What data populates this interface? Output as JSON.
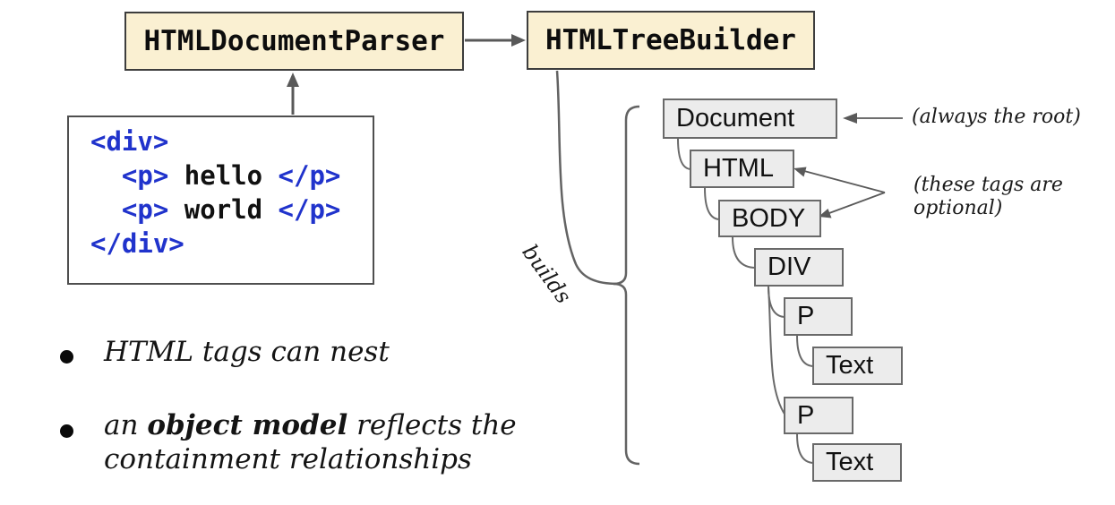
{
  "colors": {
    "box_fill_yellow": "#FAF0D2",
    "node_fill_gray": "#ECECEC",
    "line_gray": "#636363",
    "code_tag_blue": "#2033CC"
  },
  "pipeline": {
    "parser_label": "HTMLDocumentParser",
    "builder_label": "HTMLTreeBuilder",
    "builds_label": "builds"
  },
  "code": {
    "l1": "<div>",
    "l2a": "  <p>",
    "l2b": " hello ",
    "l2c": "</p>",
    "l3a": "  <p>",
    "l3b": " world ",
    "l3c": "</p>",
    "l4": "</div>"
  },
  "tree": {
    "nodes": [
      {
        "label": "Document"
      },
      {
        "label": "HTML"
      },
      {
        "label": "BODY"
      },
      {
        "label": "DIV"
      },
      {
        "label": "P"
      },
      {
        "label": "Text"
      },
      {
        "label": "P"
      },
      {
        "label": "Text"
      }
    ]
  },
  "annotations": {
    "root_note": "(always the root)",
    "optional_note_line1": "(these tags are",
    "optional_note_line2": "optional)"
  },
  "bullets": {
    "item1": "HTML tags can nest",
    "item2_prefix": "an ",
    "item2_bold": "object model",
    "item2_suffix": " reflects the",
    "item2_line2": "containment relationships"
  }
}
